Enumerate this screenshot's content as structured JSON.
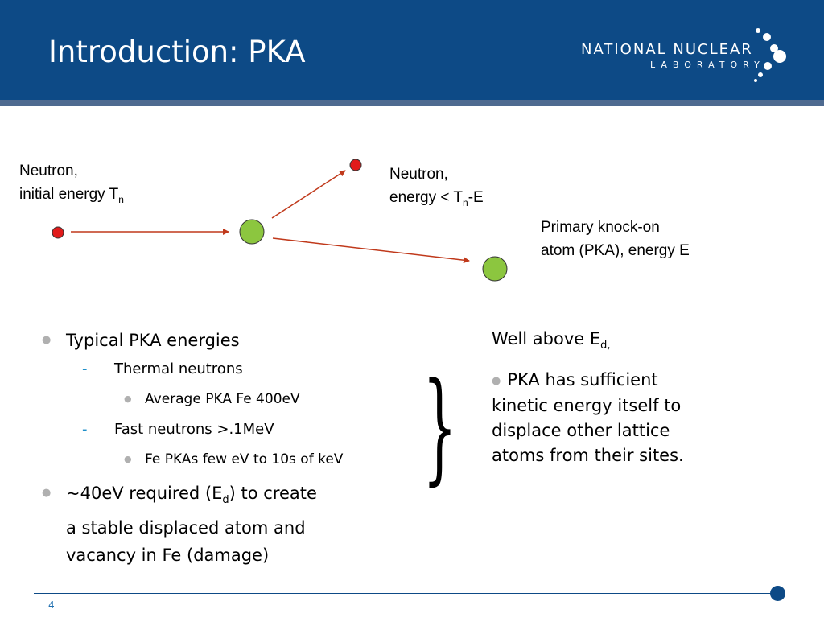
{
  "header": {
    "title": "Introduction: PKA",
    "logo_line1": "NATIONAL NUCLEAR",
    "logo_line2": "LABORATORY"
  },
  "diagram": {
    "label_incoming_line1": "Neutron,",
    "label_incoming_line2": "initial energy T",
    "label_incoming_sub": "n",
    "label_scattered_line1": "Neutron,",
    "label_scattered_line2a": "energy < T",
    "label_scattered_sub": "n",
    "label_scattered_line2b": "-E",
    "label_pka_line1": "Primary knock-on",
    "label_pka_line2": "atom (PKA), energy E",
    "neutron_color": "#e11b1b",
    "atom_color": "#8cc63f",
    "arrow_color": "#c0391b"
  },
  "bullets": {
    "b1": "Typical PKA energies",
    "b1_sub1": "Thermal neutrons",
    "b1_sub1_detail": "Average PKA Fe 400eV",
    "b1_sub2": "Fast neutrons >.1MeV",
    "b1_sub2_detail": "Fe PKAs few eV to 10s of keV",
    "b2_a": "~40eV required (E",
    "b2_sub": "d",
    "b2_b": ") to create",
    "b2_line2": "a stable displaced atom and",
    "b2_line3": "vacancy in Fe (damage)",
    "dash": "-"
  },
  "right": {
    "heading_a": "Well above E",
    "heading_sub": "d,",
    "text": "PKA has sufficient kinetic energy itself to displace other lattice atoms from their sites."
  },
  "footer": {
    "page_number": "4"
  },
  "colors": {
    "header_bg": "#0d4a86",
    "header_stripe": "#4e6a90",
    "accent": "#1f8fc9"
  }
}
